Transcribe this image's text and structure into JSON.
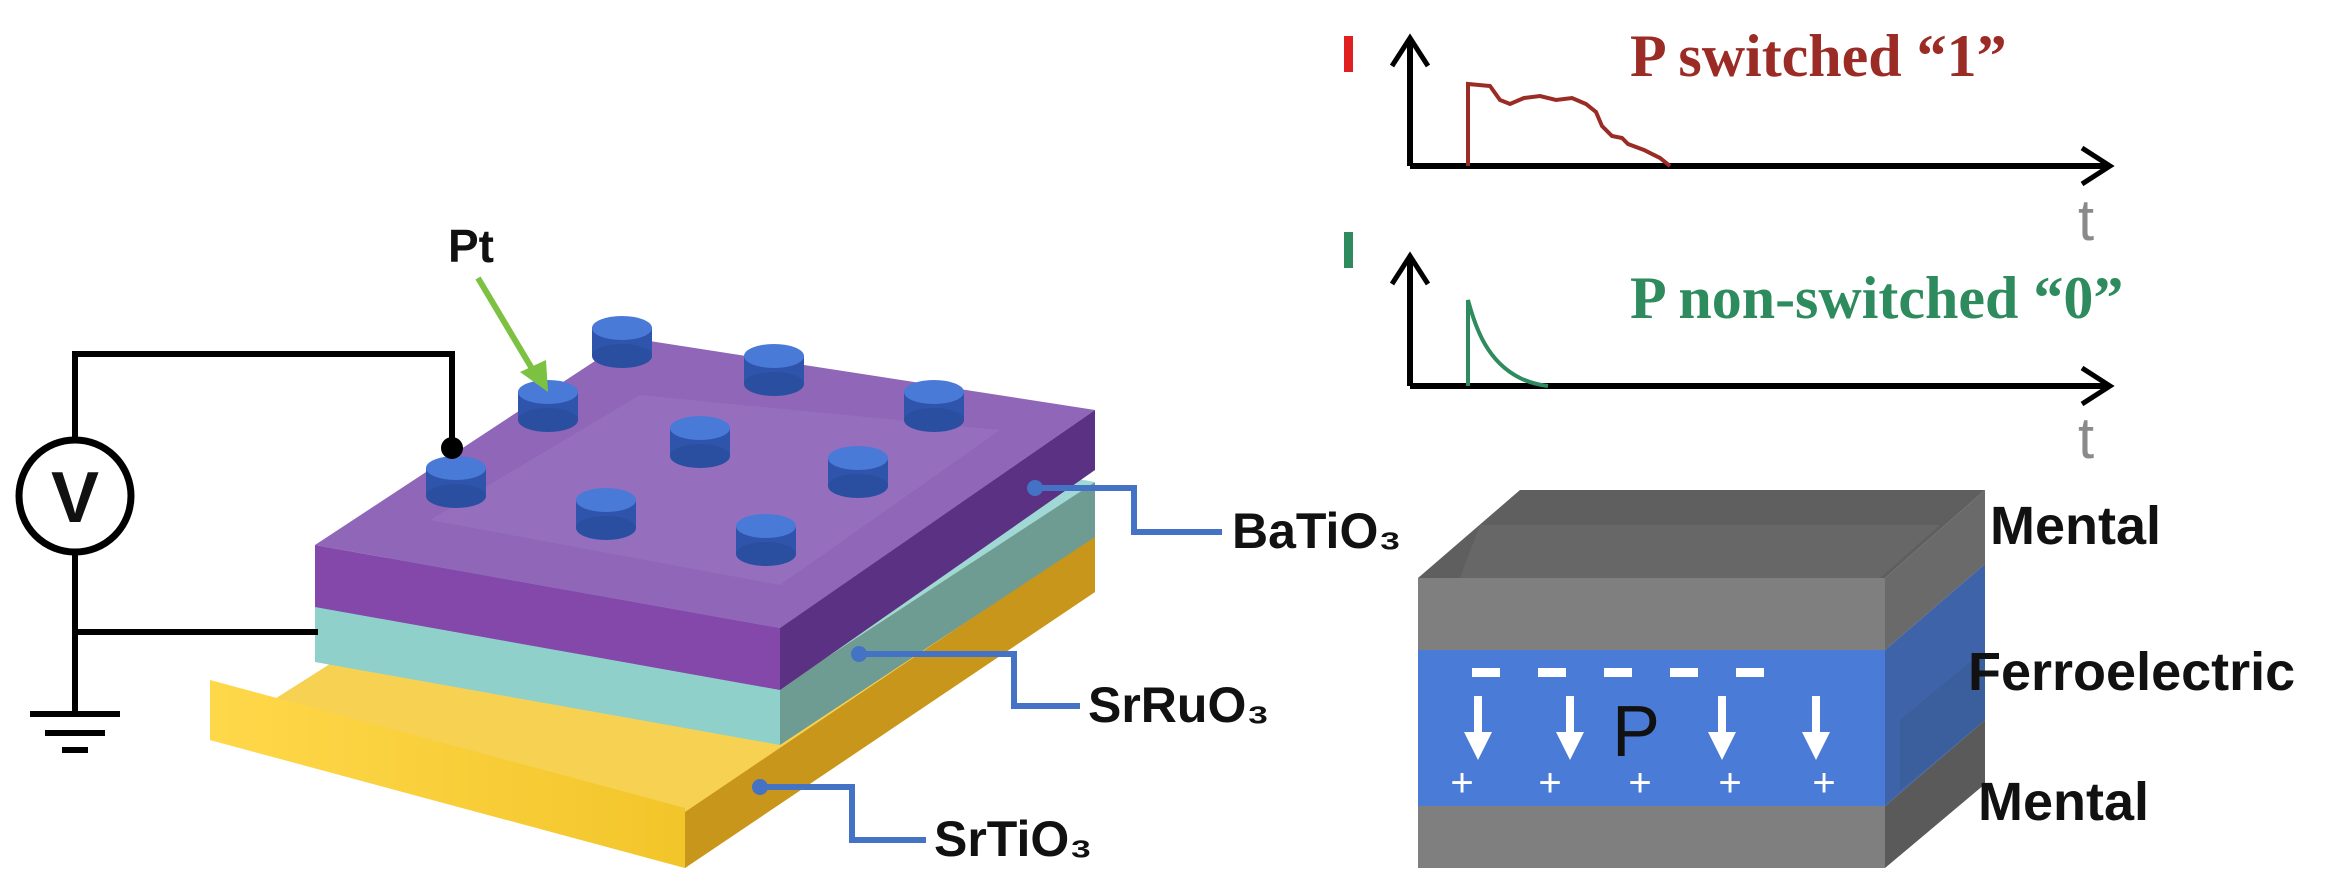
{
  "device": {
    "electrode_label": "Pt",
    "voltmeter_symbol": "V",
    "layers": [
      "BaTiO₃",
      "SrRuO₃",
      "SrTiO₃"
    ]
  },
  "pulse_switched": {
    "axis_symbol": "I",
    "time_symbol": "t",
    "label": "P switched “1”",
    "color": "#9b2b25"
  },
  "pulse_nonswitched": {
    "axis_symbol": "I",
    "time_symbol": "t",
    "label": "P non-switched “0”",
    "color": "#2e8b5e"
  },
  "capacitor": {
    "top_label": "Mental",
    "middle_label": "Ferroelectric",
    "bottom_label": "Mental",
    "polarization_symbol": "P",
    "negative_charge": "−",
    "positive_charge": "+"
  },
  "colors": {
    "pt": "#3a64c4",
    "batio3": "#8a5fb8",
    "srruo3": "#8fd4d0",
    "srtio3": "#f2c52a",
    "leader": "#4472c4",
    "arrow": "#7dc142",
    "metal": "#7f7f7f",
    "ferro": "#4472c4"
  }
}
